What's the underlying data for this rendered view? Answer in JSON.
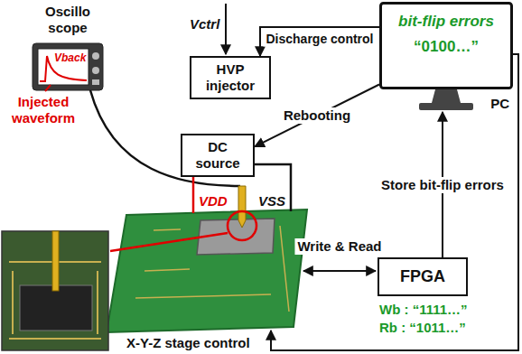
{
  "diagram": {
    "nodes": [
      {
        "text": [
          "HVP injector"
        ]
      },
      {
        "text": [
          "bit-flip errors",
          "“0100…”",
          "PC"
        ]
      },
      {
        "text": [
          "DC source"
        ]
      },
      {
        "text": [
          "FPGA"
        ]
      }
    ],
    "edges": [
      {
        "from": 1,
        "to": 0,
        "label": "Discharge control",
        "arrow": "to"
      },
      {
        "from": 1,
        "to": 2,
        "label": "Rebooting",
        "arrow": "to"
      },
      {
        "from": 3,
        "to": 1,
        "label": "Store bit-flip errors",
        "arrow": "to"
      }
    ],
    "labels": [
      "Oscillo scope",
      "Vback",
      "Injected waveform",
      "Vctrl",
      "VDD",
      "VSS",
      "Write & Read",
      "Wb : “1111…”",
      "Rb : “1011…”",
      "X-Y-Z stage control"
    ]
  }
}
